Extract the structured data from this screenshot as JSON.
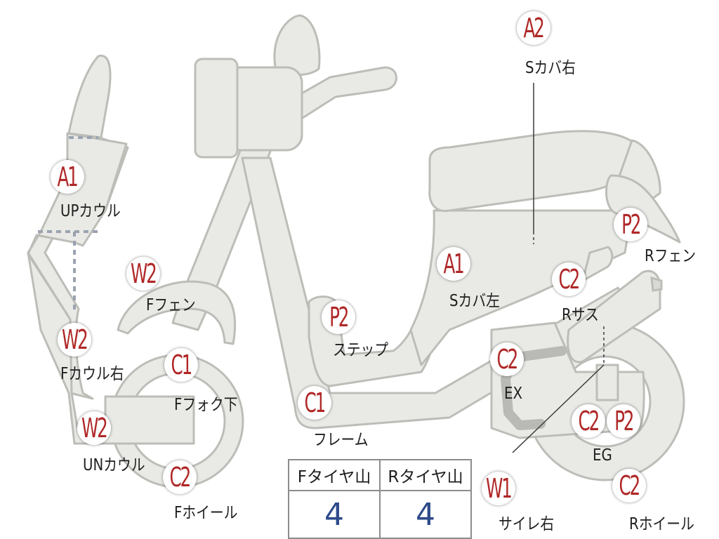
{
  "parts": [
    {
      "id": "upcowl",
      "grade": "A1",
      "label": "UPカウル"
    },
    {
      "id": "ffender",
      "grade": "W2",
      "label": "Fフェン"
    },
    {
      "id": "fcowl-right",
      "grade": "W2",
      "label": "Fカウル右"
    },
    {
      "id": "ffork-lower",
      "grade": "C1",
      "label": "Fフォク下"
    },
    {
      "id": "uncowl",
      "grade": "W2",
      "label": "UNカウル"
    },
    {
      "id": "fwheel",
      "grade": "C2",
      "label": "Fホイール"
    },
    {
      "id": "frame",
      "grade": "C1",
      "label": "フレーム"
    },
    {
      "id": "step",
      "grade": "P2",
      "label": "ステップ"
    },
    {
      "id": "scover-left",
      "grade": "A1",
      "label": "Sカバ左"
    },
    {
      "id": "scover-right",
      "grade": "A2",
      "label": "Sカバ右"
    },
    {
      "id": "rfender",
      "grade": "P2",
      "label": "Rフェン"
    },
    {
      "id": "rsus",
      "grade": "C2",
      "label": "Rサス"
    },
    {
      "id": "ex",
      "grade": "C2",
      "label": "EX"
    },
    {
      "id": "eg",
      "grade": "C2",
      "label": "EG"
    },
    {
      "id": "eg-extra",
      "grade": "P2",
      "label": ""
    },
    {
      "id": "silencer-right",
      "grade": "W1",
      "label": "サイレ右"
    },
    {
      "id": "rwheel",
      "grade": "C2",
      "label": "Rホイール"
    }
  ],
  "tire_table": {
    "headers": [
      "Fタイヤ山",
      "Rタイヤ山"
    ],
    "values": [
      "4",
      "4"
    ]
  },
  "colors": {
    "grade_text": "#b02828",
    "tire_value_text": "#2d4a8a",
    "part_fill": "#e9e9e6",
    "part_outline": "#bdbdb8"
  }
}
